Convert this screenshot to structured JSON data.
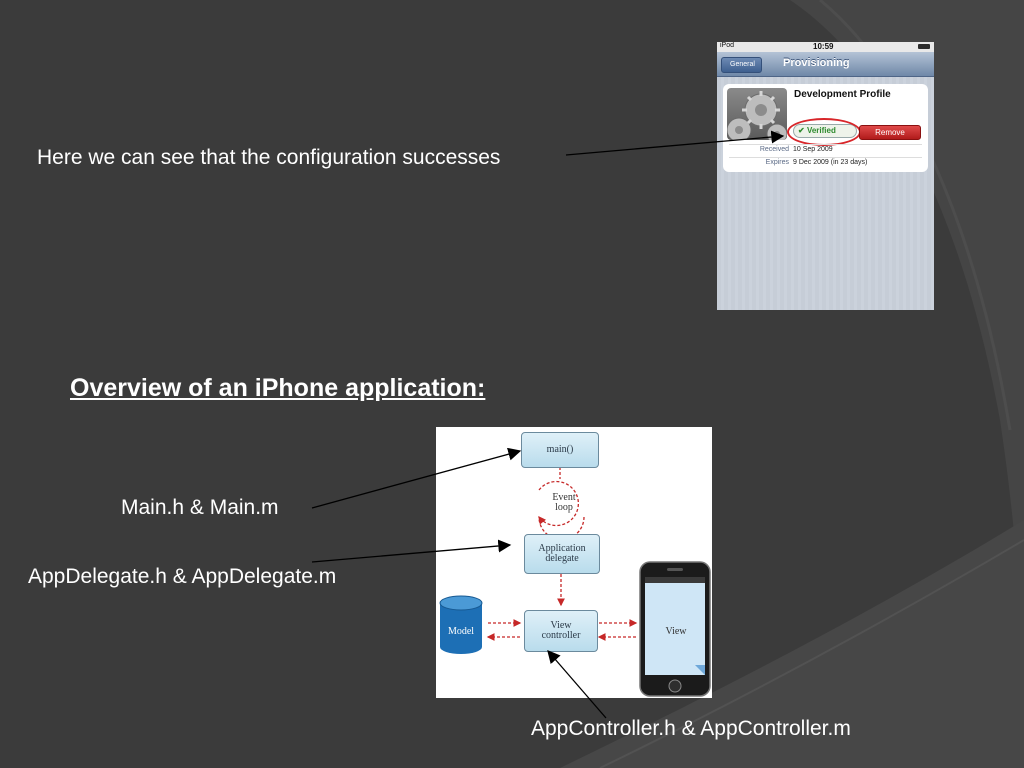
{
  "slide": {
    "config_caption": "Here we can see that the configuration successes",
    "overview_heading": "Overview of an iPhone application:",
    "main_label": "Main.h & Main.m",
    "appdelegate_label": "AppDelegate.h & AppDelegate.m",
    "appcontroller_label": "AppController.h & AppController.m"
  },
  "ipod_screen": {
    "device": "iPod",
    "time": "10:59",
    "back_button": "General",
    "title": "Provisioning",
    "profile_name": "Development Profile",
    "verified": "Verified",
    "remove": "Remove",
    "received_label": "Received",
    "received_value": "10 Sep 2009",
    "expires_label": "Expires",
    "expires_value": "9 Dec 2009 (in 23 days)",
    "icons": [
      "gear-icon",
      "checkmark-icon",
      "battery-icon"
    ]
  },
  "diagram": {
    "main": "main()",
    "event_loop": [
      "Event",
      "loop"
    ],
    "app_delegate": [
      "Application",
      "delegate"
    ],
    "view_controller": [
      "View",
      "controller"
    ],
    "model": "Model",
    "view": "View"
  },
  "colors": {
    "background": "#3a3a3a",
    "text": "#ffffff",
    "highlight_ring": "#d8262a",
    "remove_button": "#c02828",
    "diagram_arrow": "#c62828"
  }
}
